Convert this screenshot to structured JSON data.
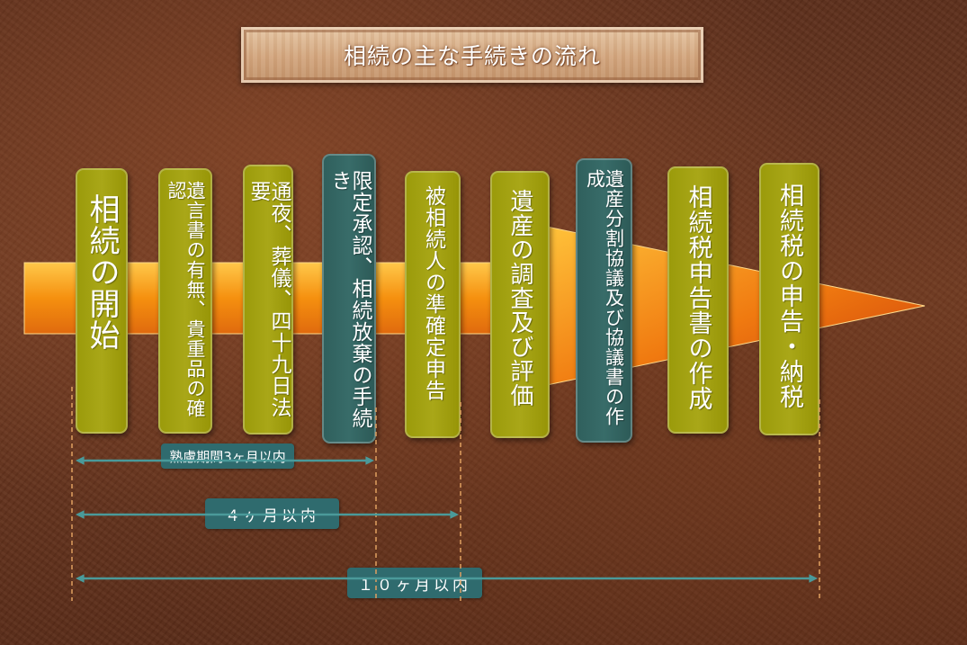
{
  "title": "相続の主な手続きの流れ",
  "steps": [
    {
      "label": "相続の開始",
      "color": "olive"
    },
    {
      "label": "遺言書の有無、貴重品の確認",
      "color": "olive"
    },
    {
      "label": "通夜、葬儀、四十九日法要",
      "color": "olive"
    },
    {
      "label": "限定承認、相続放棄の手続き",
      "color": "teal"
    },
    {
      "label": "被相続人の準確定申告",
      "color": "olive"
    },
    {
      "label": "遺産の調査及び評価",
      "color": "olive"
    },
    {
      "label": "遺産分割協議及び協議書の作成",
      "color": "teal"
    },
    {
      "label": "相続税申告書の作成",
      "color": "olive"
    },
    {
      "label": "相続税の申告・納税",
      "color": "olive"
    }
  ],
  "deadlines": [
    {
      "label": "熟慮期間3ヶ月以内",
      "from_step": 0,
      "to_step": 3
    },
    {
      "label": "４ヶ月以内",
      "from_step": 0,
      "to_step": 4
    },
    {
      "label": "１０ヶ月以内",
      "from_step": 0,
      "to_step": 8
    }
  ],
  "colors": {
    "olive": "#a3a10f",
    "teal": "#336663",
    "arrow_orange": "#f08a12",
    "arrow_red": "#d94a0c",
    "deadline_line": "#4a9a9a",
    "dashed_guide": "#e0a060"
  }
}
